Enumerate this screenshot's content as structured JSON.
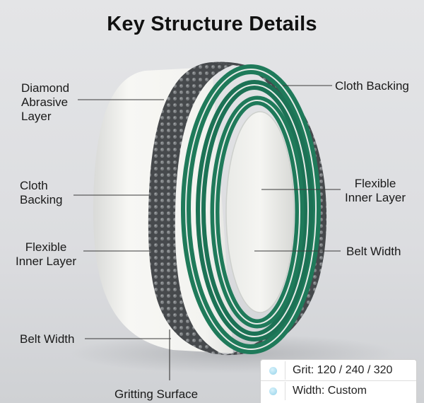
{
  "title": "Key Structure Details",
  "labels": {
    "diamond_abrasive_layer": [
      "Diamond",
      "Abrasive",
      "Layer"
    ],
    "cloth_backing_left": [
      "Cloth",
      "Backing"
    ],
    "flexible_inner_layer_left": [
      "Flexible",
      "Inner Layer"
    ],
    "belt_width_left": "Belt Width",
    "gritting_surface": "Gritting Surface",
    "cloth_backing_right": "Cloth Backing",
    "flexible_inner_layer_right": [
      "Flexible",
      "Inner Layer"
    ],
    "belt_width_right": "Belt Width"
  },
  "specs": [
    {
      "text": "Grit: 120 / 240 / 320"
    },
    {
      "text": "Width: Custom"
    }
  ],
  "colors": {
    "belt_green": "#1f7a5a",
    "abrasive_gray": "#4a4d50",
    "cloth_white": "#f2f2ef",
    "spec_dot": "#a8dcef"
  }
}
